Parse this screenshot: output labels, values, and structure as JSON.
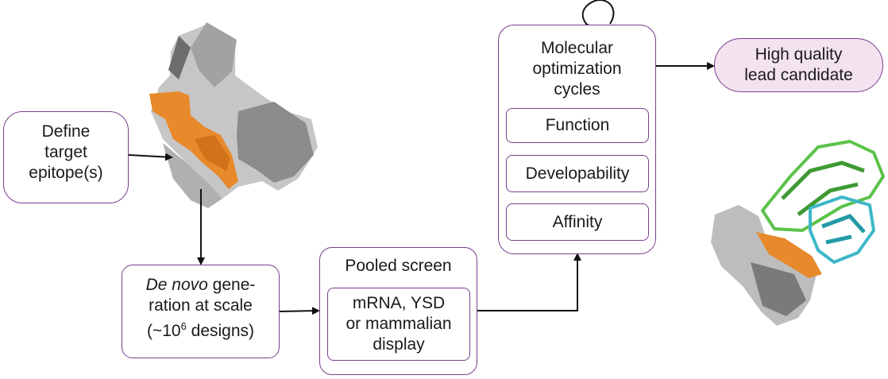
{
  "nodes": {
    "define": {
      "line1": "Define",
      "line2": "target",
      "line3": "epitope(s)"
    },
    "denovo": {
      "italic": "De novo",
      "rest1": " gene-",
      "line2": "ration at scale",
      "line3_pre": "(~10",
      "line3_sup": "6",
      "line3_post": " designs)"
    },
    "pooled": {
      "title": "Pooled screen",
      "inner1": "mRNA, YSD",
      "inner2": "or mammalian",
      "inner3": "display"
    },
    "optimization": {
      "line1": "Molecular",
      "line2": "optimization",
      "line3": "cycles",
      "items": [
        "Function",
        "Developability",
        "Affinity"
      ]
    },
    "lead": {
      "line1": "High quality",
      "line2": "lead candidate"
    }
  },
  "colors": {
    "border": "#7a3d8c",
    "lead_fill": "#f3e3ef",
    "epitope": "#e8892b",
    "surface_light": "#c4c4c4",
    "surface_dark": "#6a6a6a",
    "heavy_chain": "#5cc24a",
    "light_chain": "#3cb8c8"
  },
  "images": [
    "target-protein-surface",
    "antibody-protein-complex"
  ]
}
